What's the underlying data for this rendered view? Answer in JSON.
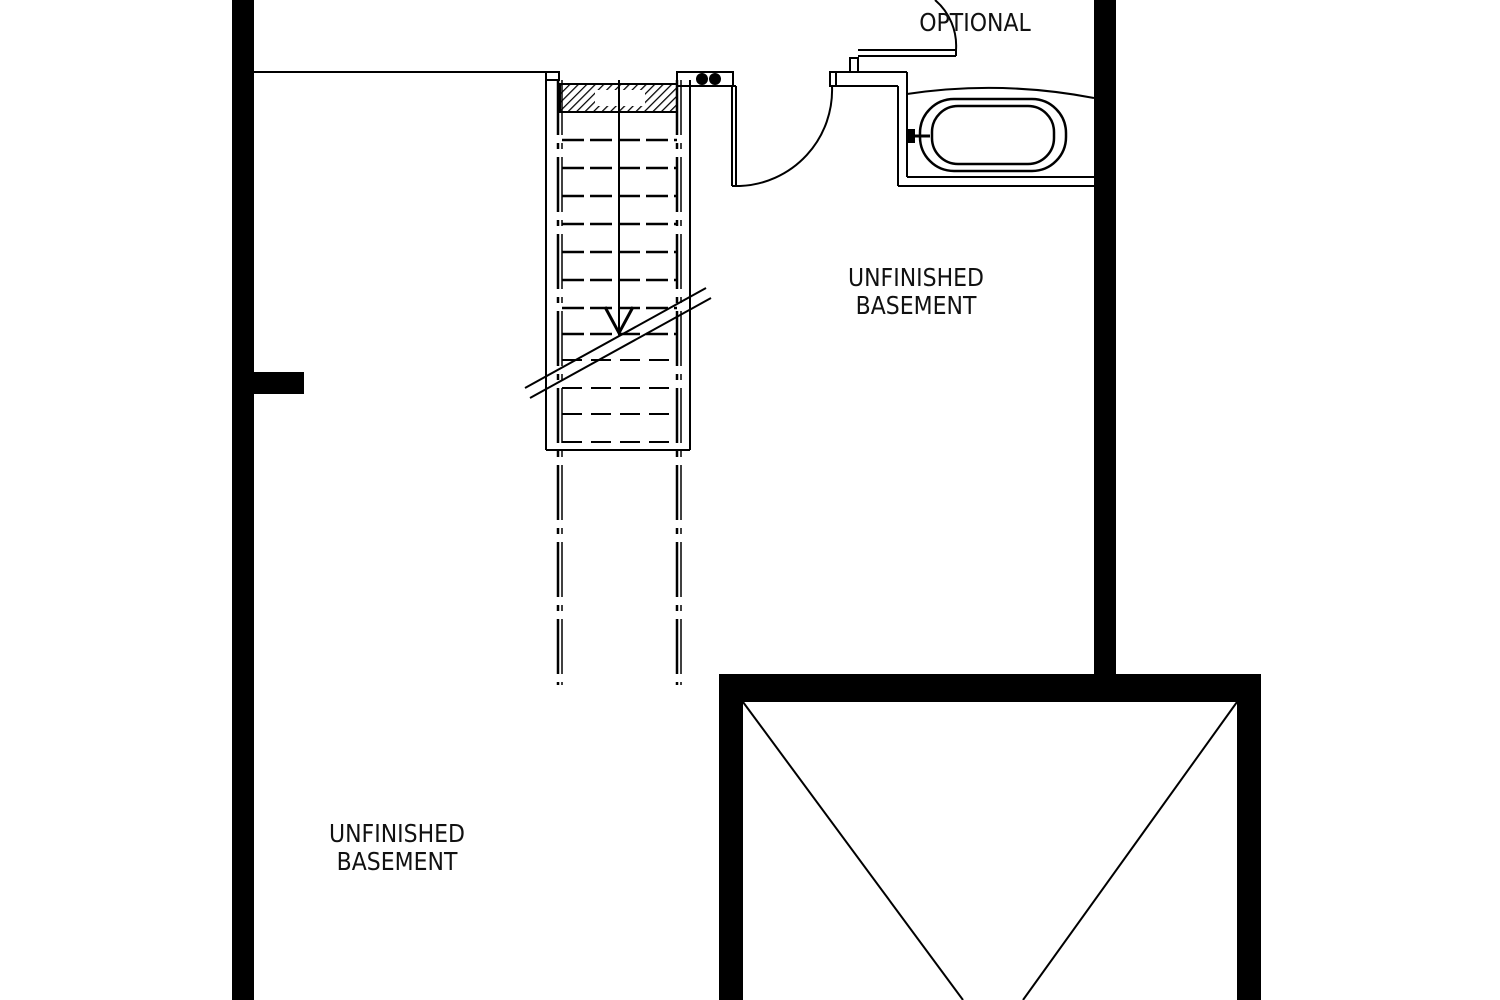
{
  "plan": {
    "title": "Basement floor plan",
    "wall_color": "#000000",
    "background": "#ffffff"
  },
  "labels": {
    "optional": "OPTIONAL",
    "room_upper": {
      "line1": "UNFINISHED",
      "line2": "BASEMENT"
    },
    "room_lower": {
      "line1": "UNFINISHED",
      "line2": "BASEMENT"
    }
  },
  "elements": {
    "stair": {
      "treads_solid": 8,
      "treads_hidden": 3,
      "direction": "down"
    },
    "door": {
      "type": "swing"
    },
    "tub": {
      "type": "oval-soaker",
      "status": "optional"
    },
    "open_to_below": {
      "symbol": "diagonal-cross"
    }
  }
}
